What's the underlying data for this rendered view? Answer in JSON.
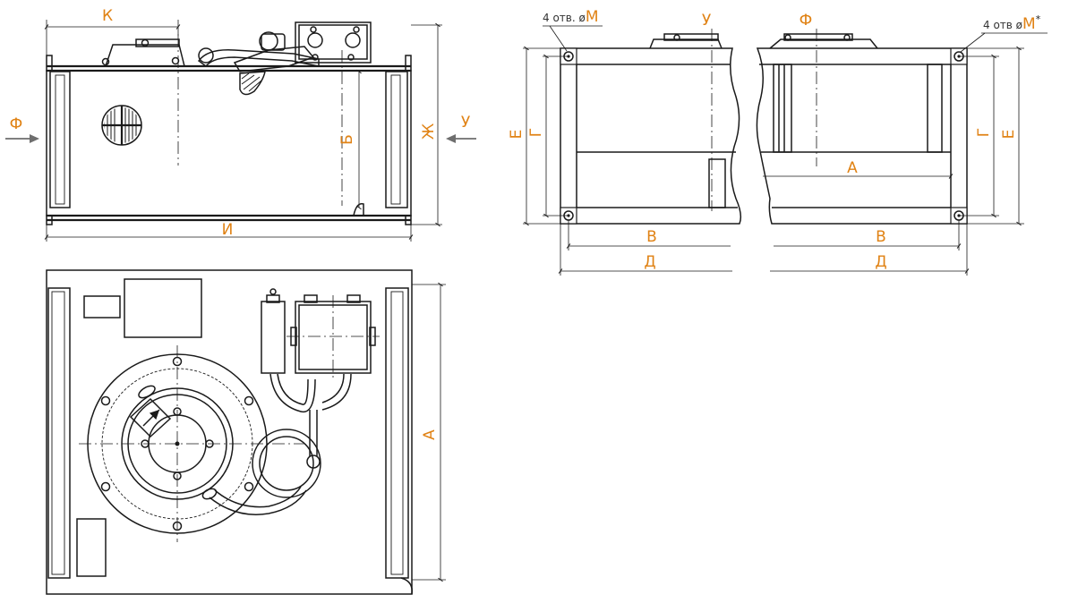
{
  "colors": {
    "line": "#1a1a1a",
    "dimension_letter": "#e08214",
    "flow_arrow": "#6e6e6e",
    "background": "#ffffff"
  },
  "side_view": {
    "dim_top": "К",
    "dim_bottom": "И",
    "dim_inner_height": "Б",
    "dim_outer_height": "Ж",
    "flow_in_label": "Ф",
    "flow_out_label": "У"
  },
  "plan_view": {
    "dim_height": "А"
  },
  "outlet_view": {
    "holes_text": "4 отв. ø",
    "holes_symbol": "М",
    "flow_label": "У",
    "dim_outer_height": "Е",
    "dim_hole_pitch": "Г",
    "dim_hole_width": "В",
    "dim_outer_width": "Д"
  },
  "inlet_view": {
    "holes_text": "4 отв ø",
    "holes_symbol": "М",
    "holes_mark": "*",
    "flow_label": "Ф",
    "dim_opening": "А",
    "dim_outer_height": "Е",
    "dim_hole_pitch": "Г",
    "dim_hole_width": "В",
    "dim_outer_width": "Д"
  }
}
